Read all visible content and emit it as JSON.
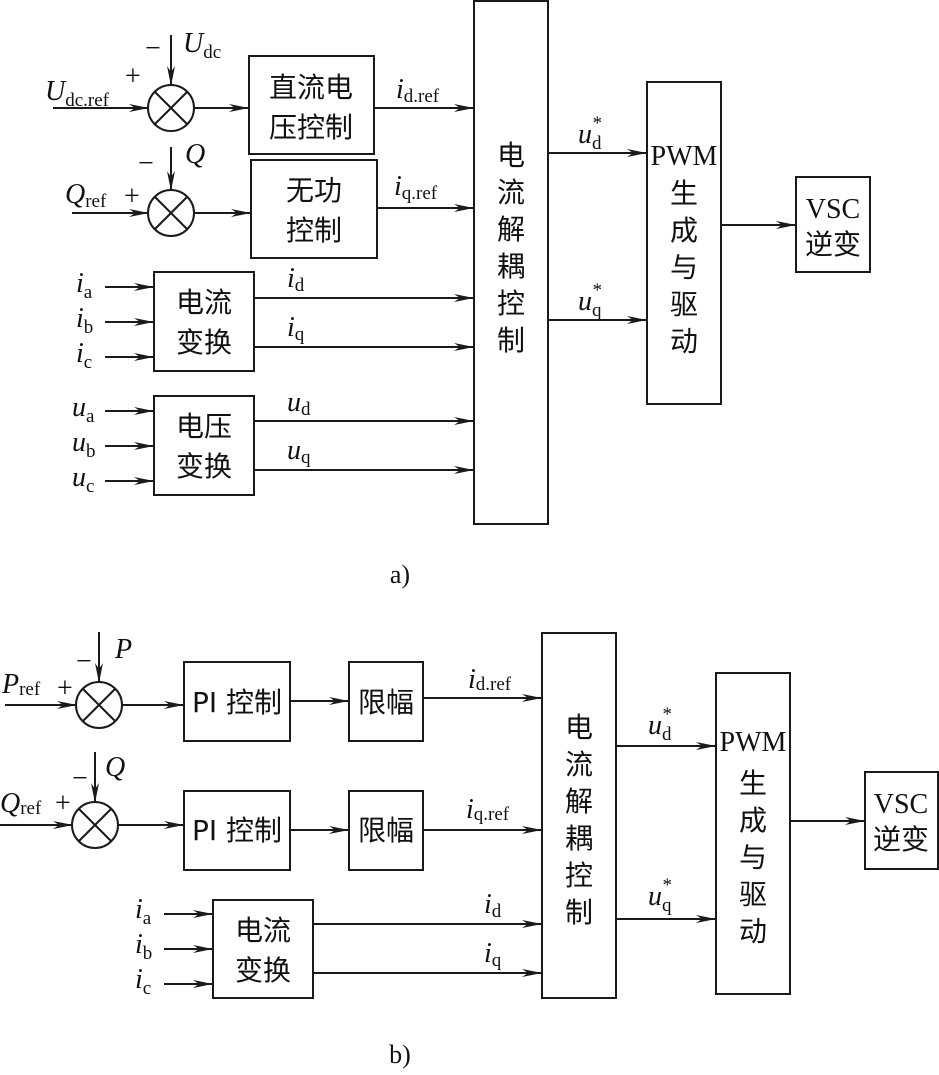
{
  "diagram_a": {
    "caption": "a)",
    "dc_sum": {
      "ref_var": "U",
      "ref_sub": "dc.ref",
      "fb_var": "U",
      "fb_sub": "dc",
      "plus": "+",
      "minus": "−"
    },
    "q_sum": {
      "ref_var": "Q",
      "ref_sub": "ref",
      "fb_var": "Q",
      "fb_sub": "",
      "plus": "+",
      "minus": "−"
    },
    "dc_voltage_control": {
      "line1": "直流电",
      "line2": "压控制"
    },
    "reactive_control": {
      "line1": "无功",
      "line2": "控制"
    },
    "current_transform": {
      "line1": "电流",
      "line2": "变换",
      "inputs": [
        {
          "var": "i",
          "sub": "a"
        },
        {
          "var": "i",
          "sub": "b"
        },
        {
          "var": "i",
          "sub": "c"
        }
      ],
      "outputs": [
        {
          "var": "i",
          "sub": "d"
        },
        {
          "var": "i",
          "sub": "q"
        }
      ]
    },
    "voltage_transform": {
      "line1": "电压",
      "line2": "变换",
      "inputs": [
        {
          "var": "u",
          "sub": "a"
        },
        {
          "var": "u",
          "sub": "b"
        },
        {
          "var": "u",
          "sub": "c"
        }
      ],
      "outputs": [
        {
          "var": "u",
          "sub": "d"
        },
        {
          "var": "u",
          "sub": "q"
        }
      ]
    },
    "id_ref": {
      "var": "i",
      "sub": "d.ref"
    },
    "iq_ref": {
      "var": "i",
      "sub": "q.ref"
    },
    "decoupling": {
      "chars": [
        "电",
        "流",
        "解",
        "耦",
        "控",
        "制"
      ]
    },
    "ud_star": {
      "var": "u",
      "sub": "d",
      "sup": "*"
    },
    "uq_star": {
      "var": "u",
      "sub": "q",
      "sup": "*"
    },
    "pwm": {
      "title": "PWM",
      "chars": [
        "生",
        "成",
        "与",
        "驱",
        "动"
      ]
    },
    "vsc": {
      "line1": "VSC",
      "line2": "逆变"
    }
  },
  "diagram_b": {
    "caption": "b)",
    "p_sum": {
      "ref_var": "P",
      "ref_sub": "ref",
      "fb_var": "P",
      "plus": "+",
      "minus": "−"
    },
    "q_sum": {
      "ref_var": "Q",
      "ref_sub": "ref",
      "fb_var": "Q",
      "plus": "+",
      "minus": "−"
    },
    "pi_control_p": {
      "label": "PI 控制"
    },
    "pi_control_q": {
      "label": "PI 控制"
    },
    "limiter_p": {
      "label": "限幅"
    },
    "limiter_q": {
      "label": "限幅"
    },
    "id_ref": {
      "var": "i",
      "sub": "d.ref"
    },
    "iq_ref": {
      "var": "i",
      "sub": "q.ref"
    },
    "current_transform": {
      "line1": "电流",
      "line2": "变换",
      "inputs": [
        {
          "var": "i",
          "sub": "a"
        },
        {
          "var": "i",
          "sub": "b"
        },
        {
          "var": "i",
          "sub": "c"
        }
      ],
      "outputs": [
        {
          "var": "i",
          "sub": "d"
        },
        {
          "var": "i",
          "sub": "q"
        }
      ]
    },
    "decoupling": {
      "chars": [
        "电",
        "流",
        "解",
        "耦",
        "控",
        "制"
      ]
    },
    "ud_star": {
      "var": "u",
      "sub": "d",
      "sup": "*"
    },
    "uq_star": {
      "var": "u",
      "sub": "q",
      "sup": "*"
    },
    "pwm": {
      "title": "PWM",
      "chars": [
        "生",
        "成",
        "与",
        "驱",
        "动"
      ]
    },
    "vsc": {
      "line1": "VSC",
      "line2": "逆变"
    }
  }
}
